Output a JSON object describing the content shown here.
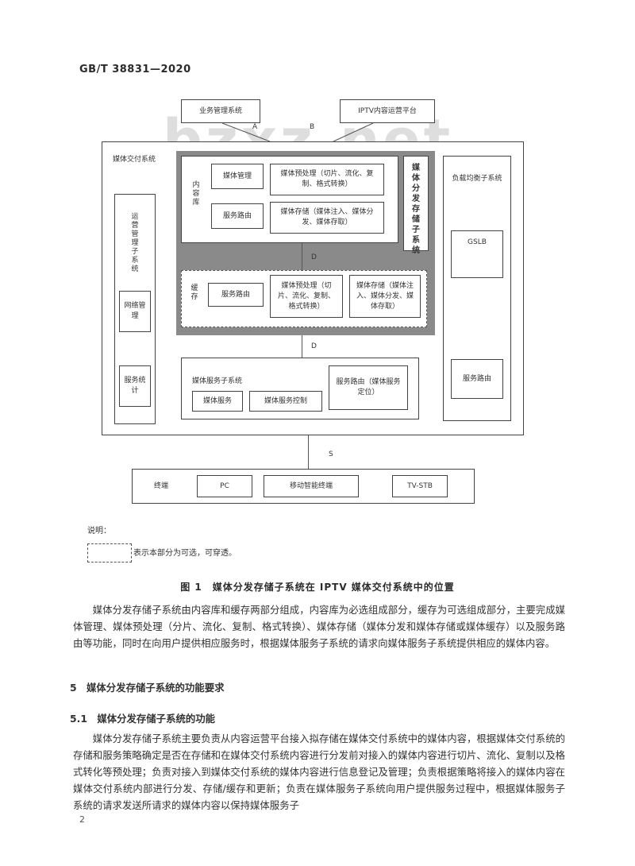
{
  "header": {
    "standard_no": "GB/T 38831—2020"
  },
  "watermark": "bzxz.net",
  "figure": {
    "top_left_box": "业务管理系统",
    "top_right_box": "IPTV内容运营平台",
    "iface_a": "A",
    "iface_b": "B",
    "iface_d1": "D",
    "iface_d2": "D",
    "iface_s": "S",
    "media_delivery_system": "媒体交付系统",
    "content_lib_label": "内容库",
    "media_mgmt": "媒体管理",
    "media_preprocess": "媒体预处理（切片、流化、复制、格式转换）",
    "service_routing_1": "服务路由",
    "media_storage": "媒体存储（媒体注入、媒体分发、媒体存取）",
    "dist_storage_subsystem": "媒体分发存储子系统",
    "cache_label": "缓存",
    "cache_routing": "服务路由",
    "cache_preprocess": "媒体预处理（切片、流化、复制、格式转换）",
    "cache_storage": "媒体存储（媒体注入、媒体分发、媒体存取）",
    "ops_subsystem": "运营管理子系统",
    "network_mgmt": "网络管理",
    "service_stats": "服务统计",
    "lb_subsystem": "负载均衡子系统",
    "gslb": "GSLB",
    "lb_routing": "服务路由",
    "media_service_subsystem": "媒体服务子系统",
    "media_service": "媒体服务",
    "media_service_control": "媒体服务控制",
    "media_service_routing": "服务路由（媒体服务定位）",
    "terminal": "终端",
    "pc": "PC",
    "mobile": "移动智能终端",
    "stb": "TV-STB"
  },
  "legend": {
    "title": "说明：",
    "dashed_desc": "表示本部分为可选，可穿透。"
  },
  "caption": "图 1　媒体分发存储子系统在 IPTV 媒体交付系统中的位置",
  "para1": "媒体分发存储子系统由内容库和缓存两部分组成，内容库为必选组成部分，缓存为可选组成部分，主要完成媒体管理、媒体预处理（分片、流化、复制、格式转换）、媒体存储（媒体分发和媒体存储或媒体缓存）以及服务路由等功能，同时在向用户提供相应服务时，根据媒体服务子系统的请求向媒体服务子系统提供相应的媒体内容。",
  "section5": "5　媒体分发存储子系统的功能要求",
  "section51": "5.1　媒体分发存储子系统的功能",
  "para2": "媒体分发存储子系统主要负责从内容运营平台接入拟存储在媒体交付系统中的媒体内容，根据媒体交付系统的存储和服务策略确定是否在存储和在媒体交付系统内容进行分发前对接入的媒体内容进行切片、流化、复制以及格式转化等预处理；负责对接入到媒体交付系统的媒体内容进行信息登记及管理；负责根据策略将接入的媒体内容在媒体交付系统内部进行分发、存储/缓存和更新；负责在媒体服务子系统向用户提供服务过程中，根据媒体服务子系统的请求发送所请求的媒体内容以保持媒体服务子",
  "page_number": "2"
}
